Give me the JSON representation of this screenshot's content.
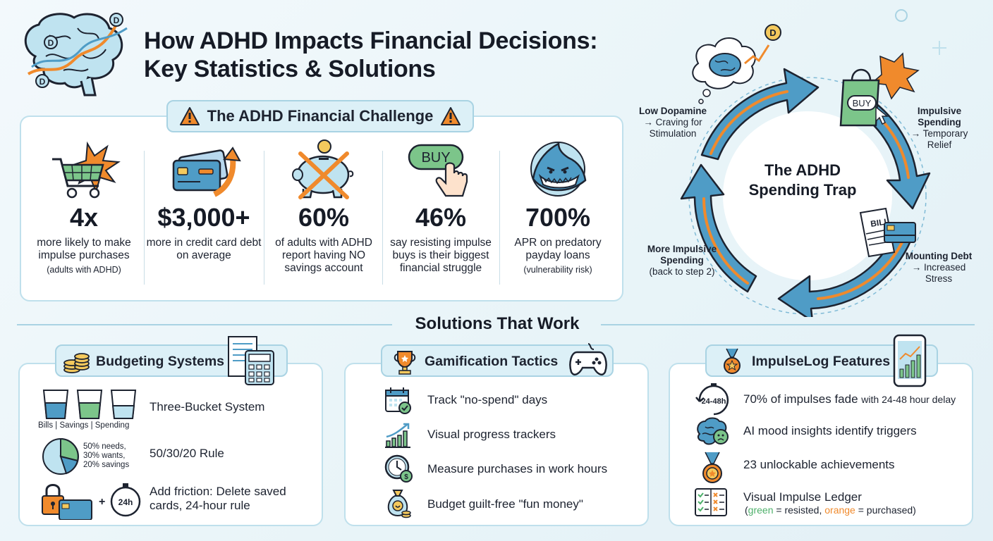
{
  "header": {
    "title_line1": "How ADHD Impacts Financial Decisions:",
    "title_line2": "Key Statistics & Solutions",
    "brain_badge": "D"
  },
  "challenge": {
    "heading": "The ADHD Financial Challenge",
    "stats": [
      {
        "value": "4x",
        "desc": "more likely to make impulse purchases",
        "note": "(adults with ADHD)",
        "icon": "shopping-cart-icon"
      },
      {
        "value": "$3,000+",
        "desc": "more in credit card debt on average",
        "note": "",
        "icon": "credit-card-icon"
      },
      {
        "value": "60%",
        "desc": "of adults with ADHD report having NO savings account",
        "note": "",
        "icon": "piggy-bank-icon"
      },
      {
        "value": "46%",
        "desc": "say resisting impulse buys is their biggest financial struggle",
        "note": "",
        "icon": "buy-button-icon",
        "icon_text": "BUY"
      },
      {
        "value": "700%",
        "desc": "APR on predatory payday loans",
        "note": "(vulnerability risk)",
        "icon": "shark-icon"
      }
    ]
  },
  "cycle": {
    "center": "The ADHD Spending Trap",
    "steps": [
      {
        "title": "Low Dopamine",
        "text": "→ Craving for Stimulation"
      },
      {
        "title": "Impulsive Spending",
        "text": "→ Temporary Relief"
      },
      {
        "title": "Mounting Debt",
        "text": "→ Increased Stress"
      },
      {
        "title": "More Impulsive Spending",
        "text": "(back to step 2)"
      }
    ],
    "bag_text": "BUY",
    "bill_text": "BILL",
    "cloud_badge": "D"
  },
  "solutions": {
    "heading": "Solutions That Work",
    "cards": [
      {
        "title": "Budgeting Systems",
        "rows": [
          {
            "text": "Three-Bucket System",
            "caption": "Bills | Savings | Spending"
          },
          {
            "text": "50/30/20 Rule",
            "caption": "50% needs, 30% wants, 20% savings"
          },
          {
            "text": "Add friction: Delete saved cards, 24-hour rule",
            "caption": "24h"
          }
        ]
      },
      {
        "title": "Gamification Tactics",
        "rows": [
          {
            "text": "Track \"no-spend\" days"
          },
          {
            "text": "Visual progress trackers"
          },
          {
            "text": "Measure purchases in work hours"
          },
          {
            "text": "Budget guilt-free \"fun money\""
          }
        ]
      },
      {
        "title": "ImpulseLog Features",
        "rows": [
          {
            "text": "70% of impulses fade",
            "text_small": "with 24-48 hour delay",
            "badge": "24-48h"
          },
          {
            "text": "AI mood insights identify triggers"
          },
          {
            "text": "23 unlockable achievements"
          },
          {
            "text": "Visual Impulse Ledger",
            "legend_open": "(",
            "legend_green": "green",
            "legend_mid": " = resisted, ",
            "legend_orange": "orange",
            "legend_close": " = purchased)"
          }
        ]
      }
    ]
  },
  "colors": {
    "accent_blue": "#4f9cc6",
    "accent_orange": "#f08a2c",
    "green": "#4db06a",
    "orange": "#f08a2c"
  }
}
